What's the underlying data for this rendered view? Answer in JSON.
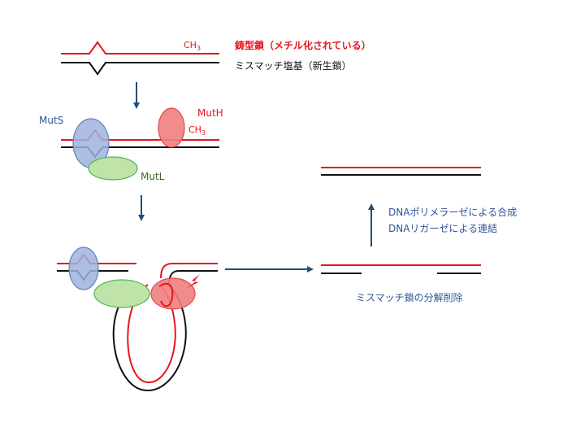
{
  "labels": {
    "template_strand": "鋳型鎖（メチル化されている）",
    "mismatch_base": "ミスマッチ塩基（新生鎖）",
    "methyl": "CH",
    "methyl_sub": "3",
    "muts": "MutS",
    "muth": "MutH",
    "mutl": "MutL",
    "polymerase": "DNAポリメラーゼによる合成",
    "ligase": "DNAリガーゼによる連結",
    "degradation": "ミスマッチ鎖の分解削除"
  },
  "colors": {
    "template": "#e8141c",
    "new_strand": "#111111",
    "muts_fill": "#9fb3dd",
    "muts_stroke": "#6a7fb8",
    "muth_fill": "#f08080",
    "muth_stroke": "#e04848",
    "mutl_fill": "#bfe3a8",
    "mutl_stroke": "#49b857",
    "arrow": "#1f4e79",
    "label_blue": "#2f5597",
    "label_green": "#3a6a1e"
  }
}
